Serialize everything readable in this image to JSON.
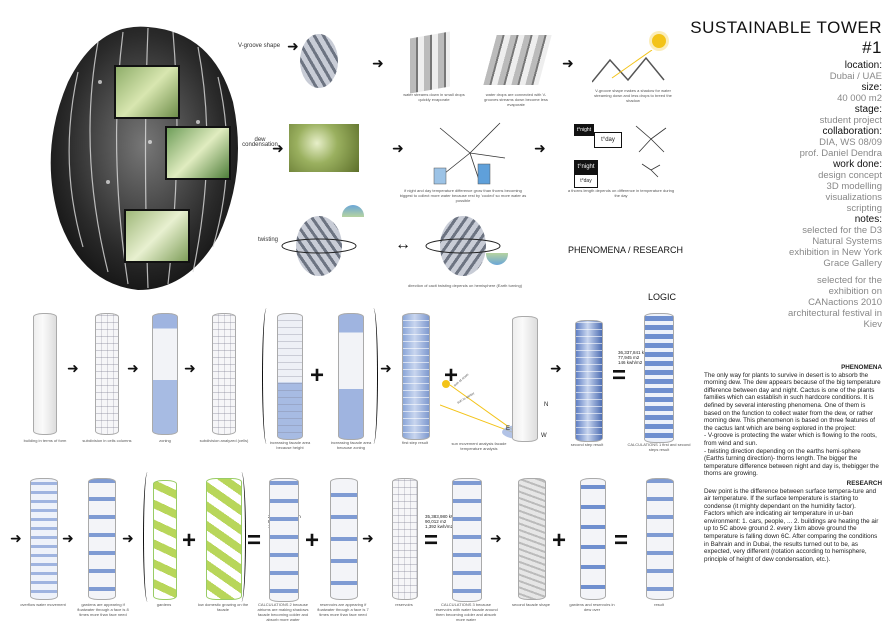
{
  "side": {
    "title": "SUSTAINABLE TOWER #1",
    "location_label": "location:",
    "location_value": "Dubai / UAE",
    "size_label": "size:",
    "size_value": "40 000 m2",
    "stage_label": "stage:",
    "stage_value": "student project",
    "collab_label": "collaboration:",
    "collab_value_1": "DIA, WS 08/09",
    "collab_value_2": "prof. Daniel Dendra",
    "work_label": "work done:",
    "work_1": "design concept",
    "work_2": "3D modelling",
    "work_3": "visualizations",
    "work_4": "scripting",
    "notes_label": "notes:",
    "note_1": "selected for the D3 Natural Systems exhibition in New York Grace Gallery",
    "note_2": "selected for the exhibition on CANactions 2010 architectural festival in Kiev"
  },
  "research": {
    "vgroove_label": "V-groove shape",
    "dew_label": "dew condensation",
    "twisting_label": "twisting",
    "title": "PHENOMENA / RESEARCH",
    "logic_title": "LOGIC",
    "cap_vgroove_1": "water streams down in small drops quickly evaporate",
    "cap_vgroove_2": "water drops are connected with V-grooves streams down become less evaporate",
    "cap_vgroove_3": "V-groove shape makes a shadow for water streaming down and less drops to breed the shadow",
    "cap_dew": "if night and day temperature difference grow than thorns becoming biggest to collect more water because rest by 'cooled' so more water as possible",
    "cap_thorn": "a thorns length depends on difference in temperature during the day",
    "cap_twist": "direction of cacti twisting depends on hemisphere (Earth turning)",
    "t_night": "t°night",
    "t_day": "t°day"
  },
  "row1": {
    "captions": [
      "building in terms of form",
      "subdivision in cells columns",
      "zoning",
      "subdivision analyzed (cells)",
      "increasing facade area because height",
      "increasing facade area because zoning",
      "first step result",
      "sun movement analysis facade temperature analysis",
      "second step result",
      "CALCULATIONS 1 first and second steps result"
    ],
    "calc_values": "36,337,841 kWh\n77,945 m2\n146 kwh/m2",
    "sun_labels": [
      "sun at noon",
      "sun in winter",
      "sun at summer"
    ],
    "compass": [
      "N",
      "E",
      "W"
    ]
  },
  "row2": {
    "captions": [
      "overflow water movement",
      "gardens are appearing if floatwater through a face is 8 times more than face need",
      "gardens",
      "low domestic growing on the facade",
      "CALCULATIONS 2 because atriums are making shadows facade becoming colder and absorb more water",
      "reservoirs are appearing if floatwater through a face is 7 times more than face need",
      "reservoirs",
      "CALCULATIONS 3 because reservoirs with water facade around them becoming colder and absorb more water",
      "second facade shape",
      "gardens and reservoirs in dew over",
      "result"
    ],
    "calc2_values": "22,400,216 kWh\n89,700 m2\n1,175 kwh/m2",
    "calc3_values": "35,383,980 kWh\n90,012 m2\n1,392 kwh/m2"
  },
  "text": {
    "phenomena_head": "PHENOMENA",
    "phenomena_body": "The only way for plants to survive in desert is to absorb the morning dew. The dew appears because of the big temperature difference between day and night. Cactus is one of the plants families which can establish in such hardcore conditions. It is defined by several interesting phenomena. One of them is based on the function to collect water from the dew, or rather morning dew. This phenomenon is based on three features of the cactus lant which are being explored in the project:\n- V-groove is protecting the water which is flowing to the roots, from wind and sun.\n- twisting direction depending on the earths hemi-sphere (Earths turning direction)- thorns length. The bigger the temperature difference between night and day is, thebigger the thorns are growing.",
    "research_head": "RESEARCH",
    "research_body": "Dew point is the difference between surface tempera-ture and air temperature. If the surface temperature is starting to condense (it mighty dependant on the humidity factor).\nFactors which are indicating air temperature in ur-ban environment: 1. cars, people, ... 2. buildings are heating the air up to 5C above ground 2. every 1km above ground the temperature is falling down 6C. After comparing the conditions in Bahrain and in Dubai, the results turned out to be, as expected, very different (rotation according to hemisphere, principle of height of dew condensation, etc.)."
  },
  "colors": {
    "accent_blue": "#8aa6d8",
    "green": "#b8d65a",
    "text_gray": "#888888"
  }
}
